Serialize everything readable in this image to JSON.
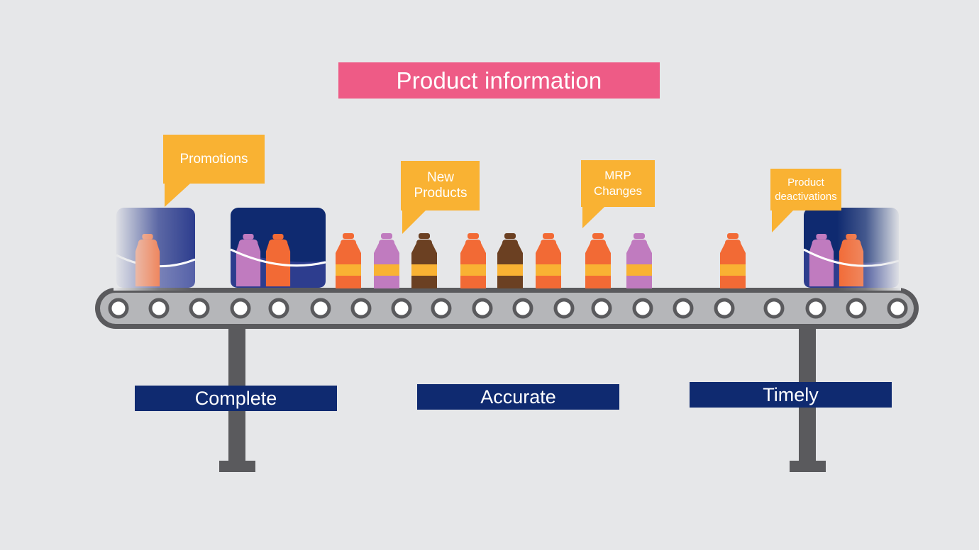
{
  "title": "Product information",
  "callouts": {
    "promotions": "Promotions",
    "new_products": "New Products",
    "mrp_changes": "MRP Changes",
    "product_deactivations": "Product deactivations"
  },
  "qualities": {
    "complete": "Complete",
    "accurate": "Accurate",
    "timely": "Timely"
  },
  "colors": {
    "background": "#e6e7e9",
    "title_bg": "#ee5b86",
    "callout_bg": "#f9b233",
    "label_bg": "#0f2a70",
    "conveyor": "#5a5a5d",
    "bottle_orange": "#f26a35",
    "bottle_purple": "#c07bbf",
    "bottle_brown": "#6b4022",
    "bottle_band": "#f9b233"
  },
  "icons": [
    "conveyor-belt-icon",
    "bottle-icon",
    "product-box-icon",
    "speech-callout-icon"
  ]
}
